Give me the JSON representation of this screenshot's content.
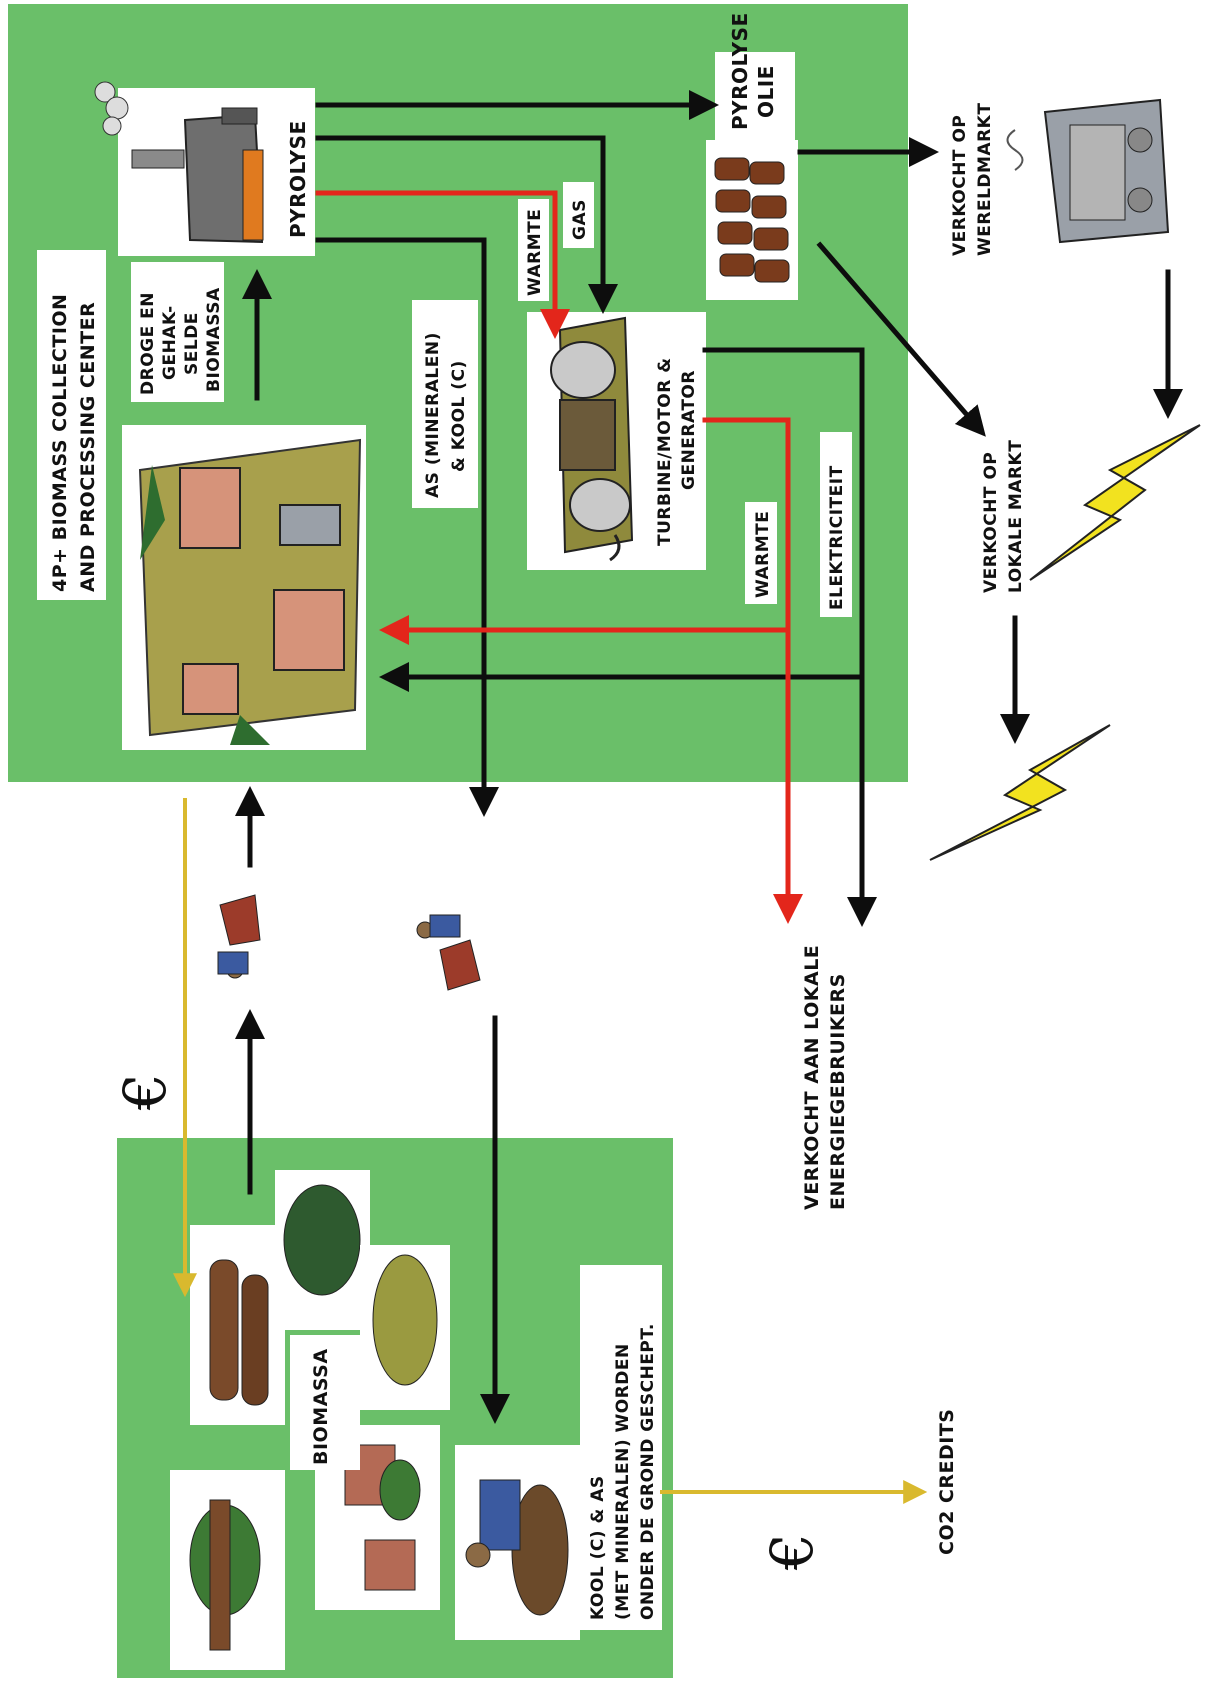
{
  "labels": {
    "center": [
      "4P+ BIOMASS COLLECTION",
      "AND PROCESSING CENTER"
    ],
    "pyrolyse": "PYROLYSE",
    "pyrolyse_olie": [
      "PYROLYSE",
      "OLIE"
    ],
    "droge": [
      "DROGE EN",
      "GEHAK-",
      "SELDE",
      "BIOMASSA"
    ],
    "as_kool": [
      "AS (MINERALEN)",
      "& KOOL (C)"
    ],
    "warmte_top": "WARMTE",
    "gas": "GAS",
    "turbine": [
      "TURBINE/MOTOR &",
      "GENERATOR"
    ],
    "warmte_mid": "WARMTE",
    "elektriciteit": "ELEKTRICITEIT",
    "wereldmarkt": [
      "VERKOCHT OP",
      "WERELDMARKT"
    ],
    "lokale_markt": [
      "VERKOCHT OP",
      "LOKALE MARKT"
    ],
    "lokale_energie": [
      "VERKOCHT AAN LOKALE",
      "ENERGIEGEBRUIKERS"
    ],
    "biomassa": "BIOMASSA",
    "kool_as": [
      "KOOL (C) & AS",
      "(MET MINERALEN) WORDEN",
      "ONDER DE GROND GESCHEPT."
    ],
    "co2": "CO2 CREDITS",
    "euro": "€"
  },
  "colors": {
    "green": "#6abf69",
    "black_arrow": "#0d0d0d",
    "red_arrow": "#e3261b",
    "yellow_arrow": "#d9b92e",
    "lightning": "#f2e21f"
  },
  "icons": {
    "pyrolysis_plant": "pyrolysis-plant-icon",
    "processing_center": "processing-center-village-icon",
    "oil_barrels": "oil-barrels-icon",
    "turbine": "turbine-generator-icon",
    "ship": "cargo-ship-icon",
    "wheelbarrow": "wheelbarrow-worker-icon",
    "biomass_sources": "biomass-sources-icon",
    "farmer": "farmer-digging-icon",
    "lightning": "lightning-bolt-icon"
  }
}
